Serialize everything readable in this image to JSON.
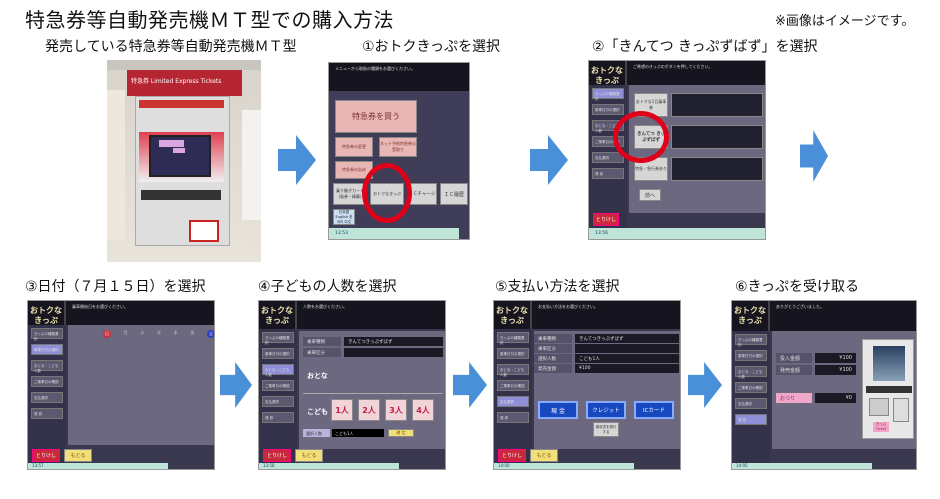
{
  "title": "特急券等自動発売機ＭＴ型での購入方法",
  "note": "※画像はイメージです。",
  "captions": {
    "machine": "発売している特急券等自動発売機ＭＴ型",
    "step1": "①おトクきっぷを選択",
    "step2": "②「きんてつ きっぷずばず」を選択",
    "step3": "③日付（７月１５日）を選択",
    "step4": "④子どもの人数を選択",
    "step5": "⑤支払い方法を選択",
    "step6": "⑥きっぷを受け取る"
  },
  "photo": {
    "sign": "特急券 Limited Express Tickets"
  },
  "common": {
    "logo": "おトクな きっぷ",
    "cancel": "とりけし",
    "back": "もどる",
    "sidebar": [
      "きっぷの種類選択",
      "乗車日付の選択",
      "おとな・こども人数",
      "ご乗車日の確認",
      "支払選択",
      "発 券"
    ]
  },
  "screen1": {
    "instruction": "メニューから取扱の種類をお選びください。",
    "buy": "特急券を買う",
    "change": "特急券の変更",
    "net": "ネット予約特急券の受取り",
    "refund": "特急券の払戻",
    "transfer": "乗り継ぎカード(発券・精算)",
    "otoku": "おトクなきっぷ",
    "ic_charge": "ＩＣチャージ",
    "ic_history": "ＩＣ履歴",
    "lang": "日本語 English 한국어 中文",
    "time": "13:53"
  },
  "screen2": {
    "instruction": "ご希望のきっぷのボタンを押してください。",
    "opt1": "おトクな1日乗車券",
    "opt2": "きんてつ きっぷずばず",
    "opt3": "特急・急行券あり",
    "prev": "前へ",
    "time": "13:56"
  },
  "screen3": {
    "instruction": "乗車開始日をお選びください。",
    "weekdays": [
      "日",
      "月",
      "火",
      "水",
      "木",
      "金",
      "土"
    ],
    "time": "13:57"
  },
  "screen4": {
    "instruction": "人数をお選びください。",
    "rows": [
      {
        "k": "乗車種類",
        "v": "きんてつきっぷずばず"
      },
      {
        "k": "乗車区分",
        "v": ""
      }
    ],
    "adult": "おとな",
    "child": "こども",
    "counts": [
      "1人",
      "2人",
      "3人",
      "4人"
    ],
    "selected_label": "選択人数",
    "selected_value": "こども1人",
    "confirm": "確 定",
    "time": "13:58"
  },
  "screen5": {
    "instruction": "お支払い方法をお選びください。",
    "rows": [
      {
        "k": "乗車種類",
        "v": "きんてつきっぷずばず"
      },
      {
        "k": "乗車区分",
        "v": ""
      },
      {
        "k": "選択人数",
        "v": "こども1人"
      },
      {
        "k": "発売金額",
        "v": "¥100"
      }
    ],
    "cash": "現 金",
    "credit": "クレジット",
    "ic": "ICカード",
    "receipt": "領収書を発行する",
    "time": "14:00"
  },
  "screen6": {
    "instruction": "ありがとうございました。",
    "paid_label": "投入金額",
    "paid": "¥100",
    "price_label": "発売金額",
    "price": "¥100",
    "change_label": "おつり",
    "change": "¥0",
    "ticket": "きっぷ Ticket",
    "time": "14:05"
  },
  "colors": {
    "arrow": "#4a90d9",
    "highlight": "#e0001a",
    "screen_bg": "#6c6880"
  }
}
